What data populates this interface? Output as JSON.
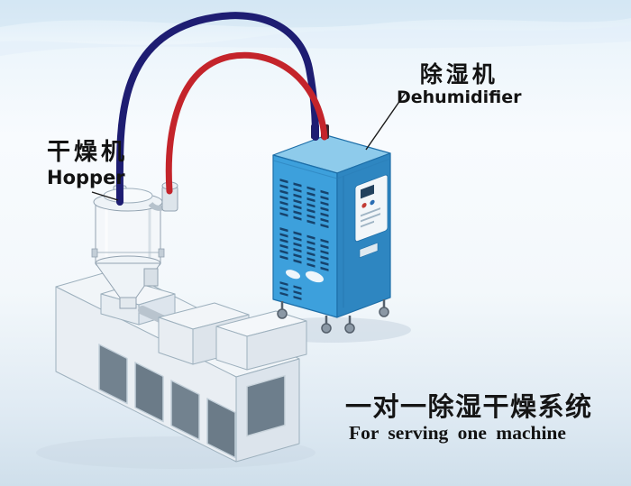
{
  "labels": {
    "hopper": {
      "cn": "干燥机",
      "en": "Hopper"
    },
    "dehumidifier": {
      "cn": "除湿机",
      "en": "Dehumidifier"
    }
  },
  "caption": {
    "cn": "一对一除湿干燥系统",
    "en": "For serving one machine"
  },
  "colors": {
    "pipe_red": "#c4242b",
    "pipe_navy": "#1e1d72",
    "cabinet_front": "#3da0dc",
    "cabinet_side": "#2e86c1",
    "cabinet_top": "#8ecbeb"
  }
}
